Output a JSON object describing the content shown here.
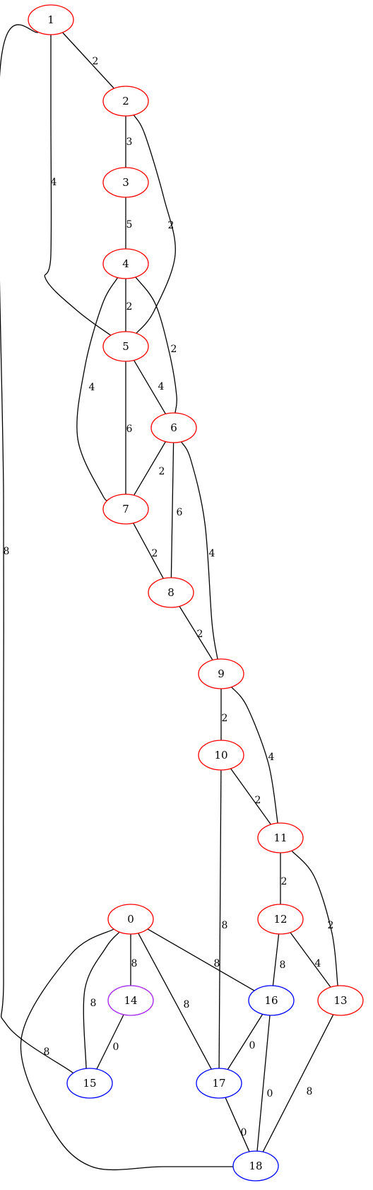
{
  "colors": {
    "red": "#ff0000",
    "blue": "#0000ff",
    "purple": "#a020f0",
    "edge": "#000000"
  },
  "nodes": [
    {
      "id": "1",
      "color": "red"
    },
    {
      "id": "2",
      "color": "red"
    },
    {
      "id": "3",
      "color": "red"
    },
    {
      "id": "4",
      "color": "red"
    },
    {
      "id": "5",
      "color": "red"
    },
    {
      "id": "6",
      "color": "red"
    },
    {
      "id": "7",
      "color": "red"
    },
    {
      "id": "8",
      "color": "red"
    },
    {
      "id": "9",
      "color": "red"
    },
    {
      "id": "10",
      "color": "red"
    },
    {
      "id": "11",
      "color": "red"
    },
    {
      "id": "12",
      "color": "red"
    },
    {
      "id": "13",
      "color": "red"
    },
    {
      "id": "0",
      "color": "red"
    },
    {
      "id": "14",
      "color": "purple"
    },
    {
      "id": "15",
      "color": "blue"
    },
    {
      "id": "16",
      "color": "blue"
    },
    {
      "id": "17",
      "color": "blue"
    },
    {
      "id": "18",
      "color": "blue"
    }
  ],
  "edges": [
    {
      "from": "1",
      "to": "2",
      "weight": "2"
    },
    {
      "from": "1",
      "to": "5",
      "weight": "4"
    },
    {
      "from": "1",
      "to": "15",
      "weight": "8"
    },
    {
      "from": "2",
      "to": "3",
      "weight": "3"
    },
    {
      "from": "2",
      "to": "5",
      "weight": "2"
    },
    {
      "from": "3",
      "to": "4",
      "weight": "5"
    },
    {
      "from": "4",
      "to": "5",
      "weight": "2"
    },
    {
      "from": "4",
      "to": "6",
      "weight": "2"
    },
    {
      "from": "4",
      "to": "7",
      "weight": "4"
    },
    {
      "from": "5",
      "to": "6",
      "weight": "4"
    },
    {
      "from": "5",
      "to": "7",
      "weight": "6"
    },
    {
      "from": "6",
      "to": "7",
      "weight": "2"
    },
    {
      "from": "6",
      "to": "8",
      "weight": "6"
    },
    {
      "from": "6",
      "to": "9",
      "weight": "4"
    },
    {
      "from": "7",
      "to": "8",
      "weight": "2"
    },
    {
      "from": "8",
      "to": "9",
      "weight": "2"
    },
    {
      "from": "9",
      "to": "10",
      "weight": "2"
    },
    {
      "from": "9",
      "to": "11",
      "weight": "4"
    },
    {
      "from": "10",
      "to": "11",
      "weight": "2"
    },
    {
      "from": "10",
      "to": "17",
      "weight": "8"
    },
    {
      "from": "11",
      "to": "12",
      "weight": "2"
    },
    {
      "from": "11",
      "to": "13",
      "weight": "2"
    },
    {
      "from": "12",
      "to": "13",
      "weight": "4"
    },
    {
      "from": "12",
      "to": "16",
      "weight": "8"
    },
    {
      "from": "0",
      "to": "14",
      "weight": "8"
    },
    {
      "from": "0",
      "to": "15",
      "weight": "8"
    },
    {
      "from": "0",
      "to": "16",
      "weight": "8"
    },
    {
      "from": "0",
      "to": "17",
      "weight": "8"
    },
    {
      "from": "0",
      "to": "18",
      "weight": "8"
    },
    {
      "from": "14",
      "to": "15",
      "weight": "0"
    },
    {
      "from": "16",
      "to": "17",
      "weight": "0"
    },
    {
      "from": "16",
      "to": "18",
      "weight": "0"
    },
    {
      "from": "17",
      "to": "18",
      "weight": "0"
    },
    {
      "from": "13",
      "to": "18",
      "weight": "8"
    }
  ]
}
